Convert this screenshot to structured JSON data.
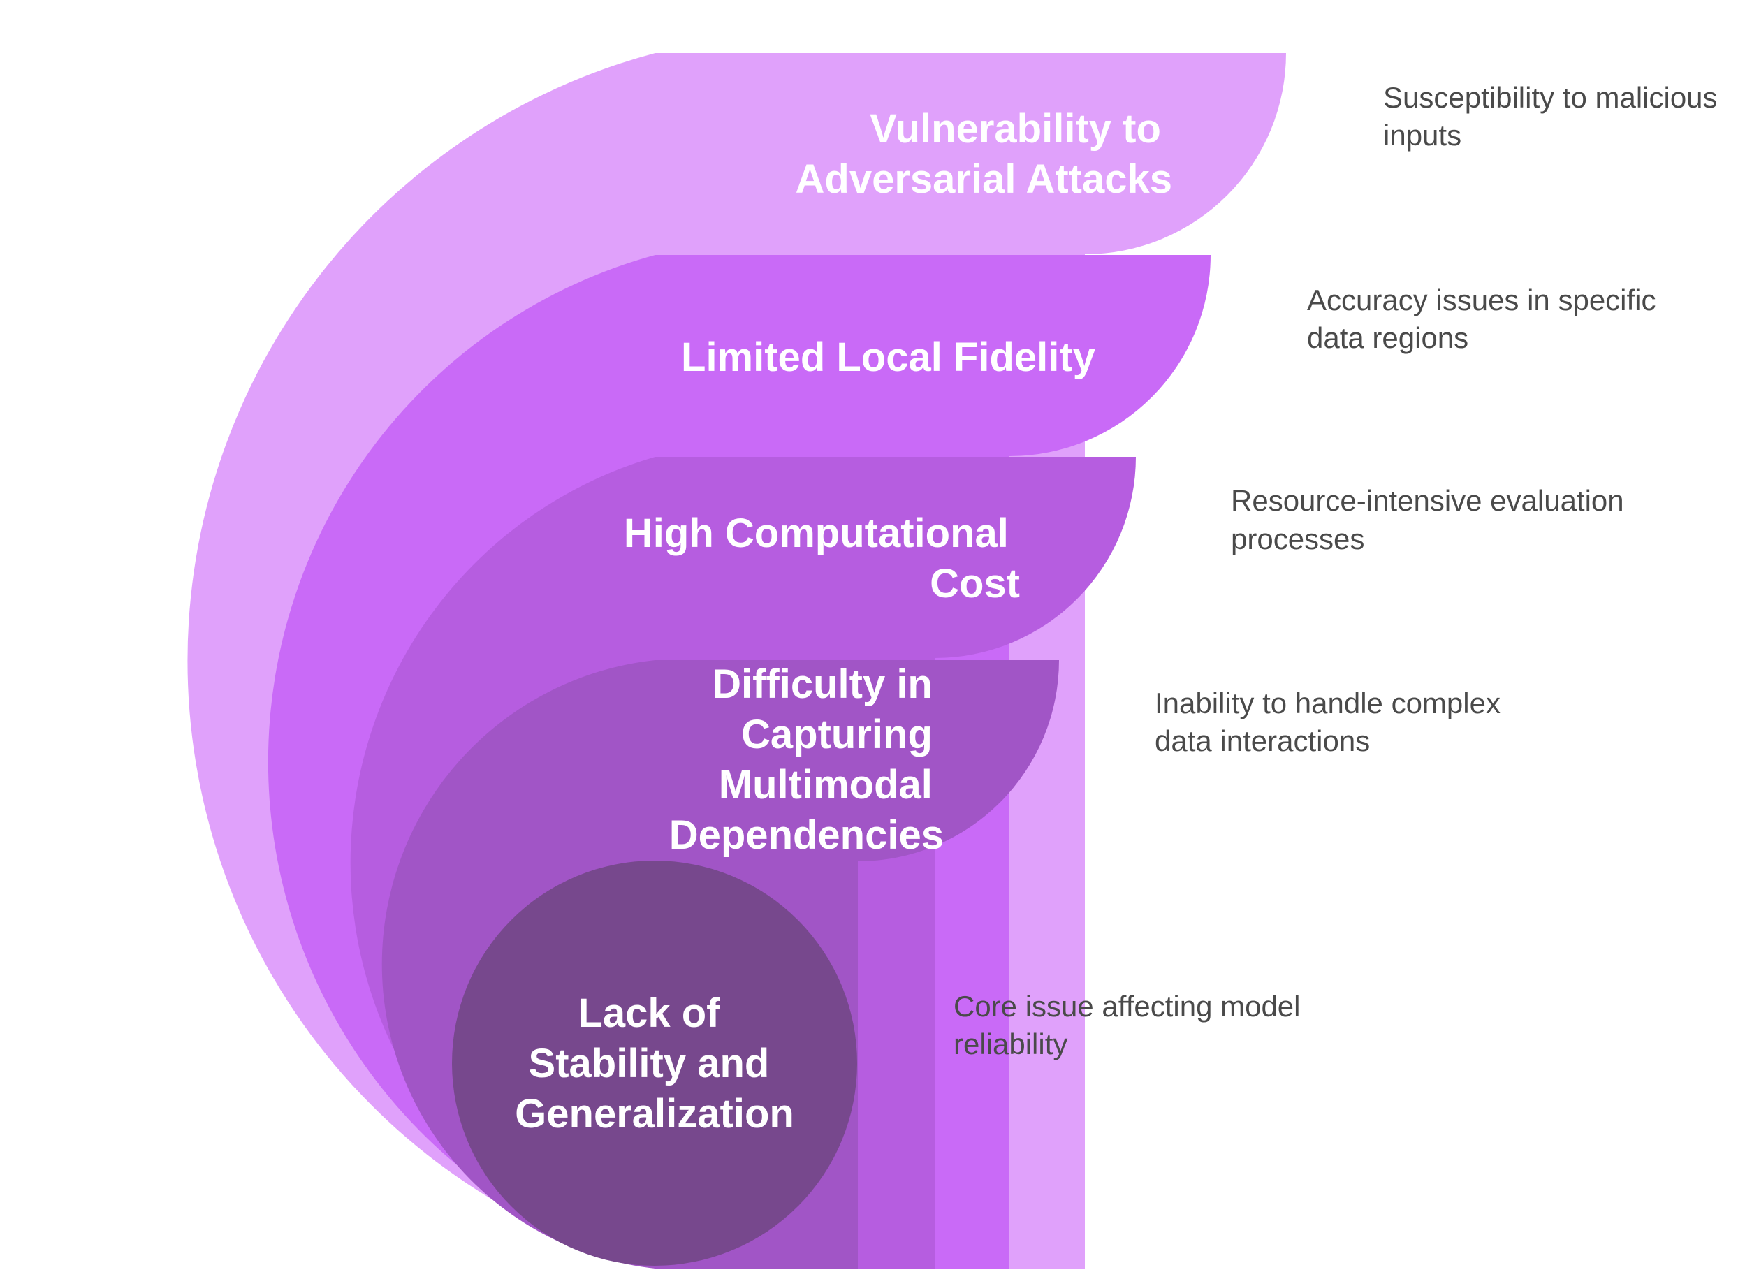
{
  "diagram": {
    "layers": [
      {
        "title_lines": [
          "Vulnerability to",
          "Adversarial Attacks"
        ],
        "description_lines": [
          "Susceptibility to malicious",
          "inputs"
        ],
        "color": "#E0A1FB"
      },
      {
        "title_lines": [
          "Limited Local Fidelity"
        ],
        "description_lines": [
          "Accuracy issues in specific",
          "data regions"
        ],
        "color": "#C96AF7"
      },
      {
        "title_lines": [
          "High Computational",
          "Cost"
        ],
        "description_lines": [
          "Resource-intensive evaluation",
          "processes"
        ],
        "color": "#B65DE0"
      },
      {
        "title_lines": [
          "Difficulty in",
          "Capturing",
          "Multimodal",
          "Dependencies"
        ],
        "description_lines": [
          "Inability to handle complex",
          "data interactions"
        ],
        "color": "#A155C6"
      }
    ],
    "core": {
      "title_lines": [
        "Lack of",
        "Stability and",
        "Generalization"
      ],
      "description_lines": [
        "Core issue affecting model",
        "reliability"
      ],
      "color": "#77488D"
    }
  }
}
